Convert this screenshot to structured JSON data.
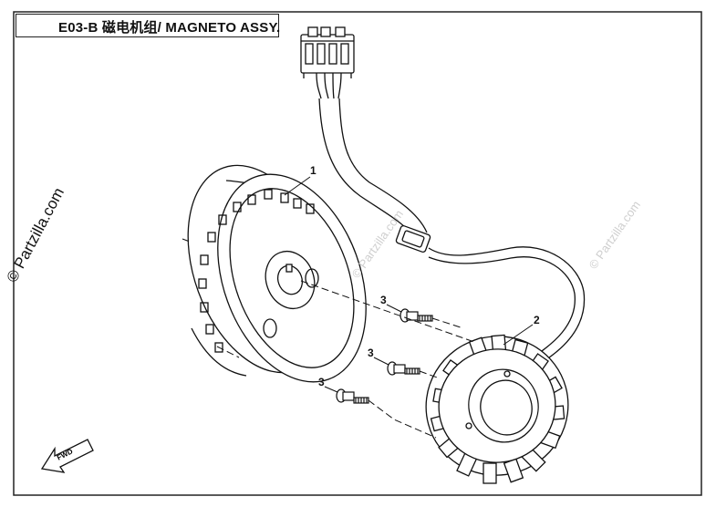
{
  "title": "E03-B 磁电机组/ MAGNETO ASSY.",
  "watermarks": {
    "main": "© Partzilla.com",
    "faint": "© Partzilla.com"
  },
  "callouts": {
    "flywheel": "1",
    "stator": "2",
    "bolt_a": "3",
    "bolt_b": "3",
    "bolt_c": "3"
  },
  "direction_arrow_label": "FWD",
  "colors": {
    "line": "#111111",
    "watermark": "#cccccc",
    "background": "#ffffff"
  }
}
